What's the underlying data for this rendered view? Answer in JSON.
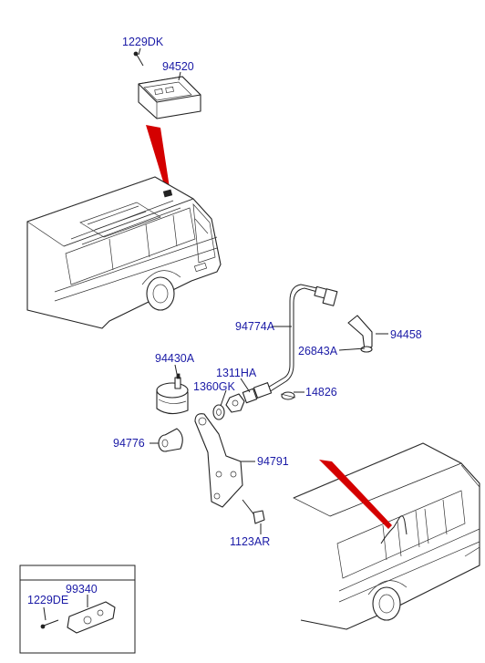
{
  "diagram": {
    "colors": {
      "label": "#1a1aa6",
      "arrow": "#d40000",
      "line": "#222222"
    },
    "part_labels": [
      {
        "id": "1229DK",
        "text": "1229DK"
      },
      {
        "id": "94520",
        "text": "94520"
      },
      {
        "id": "94774A",
        "text": "94774A"
      },
      {
        "id": "94458",
        "text": "94458"
      },
      {
        "id": "26843A",
        "text": "26843A"
      },
      {
        "id": "94430A",
        "text": "94430A"
      },
      {
        "id": "1311HA",
        "text": "1311HA"
      },
      {
        "id": "1360GK",
        "text": "1360GK"
      },
      {
        "id": "14826",
        "text": "14826"
      },
      {
        "id": "94776",
        "text": "94776"
      },
      {
        "id": "94791",
        "text": "94791"
      },
      {
        "id": "1123AR",
        "text": "1123AR"
      },
      {
        "id": "99340",
        "text": "99340"
      },
      {
        "id": "1229DE",
        "text": "1229DE"
      }
    ]
  }
}
